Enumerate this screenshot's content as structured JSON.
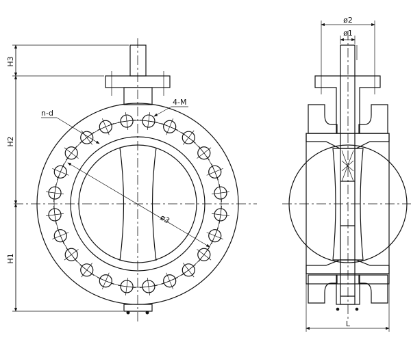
{
  "drawing": {
    "title": "Butterfly valve (lugged type) general arrangement",
    "front_view": {
      "labels": {
        "h1": "H1",
        "h2": "H2",
        "h3": "H3",
        "n_d": "n-d",
        "m": "4-M",
        "d3": "ø3"
      },
      "bolt_hole_count": 24
    },
    "side_view": {
      "labels": {
        "d1": "ø1",
        "d2": "ø2",
        "l": "L"
      }
    }
  },
  "colors": {
    "line": "#111111",
    "seat": "#555555",
    "background": "#ffffff"
  }
}
